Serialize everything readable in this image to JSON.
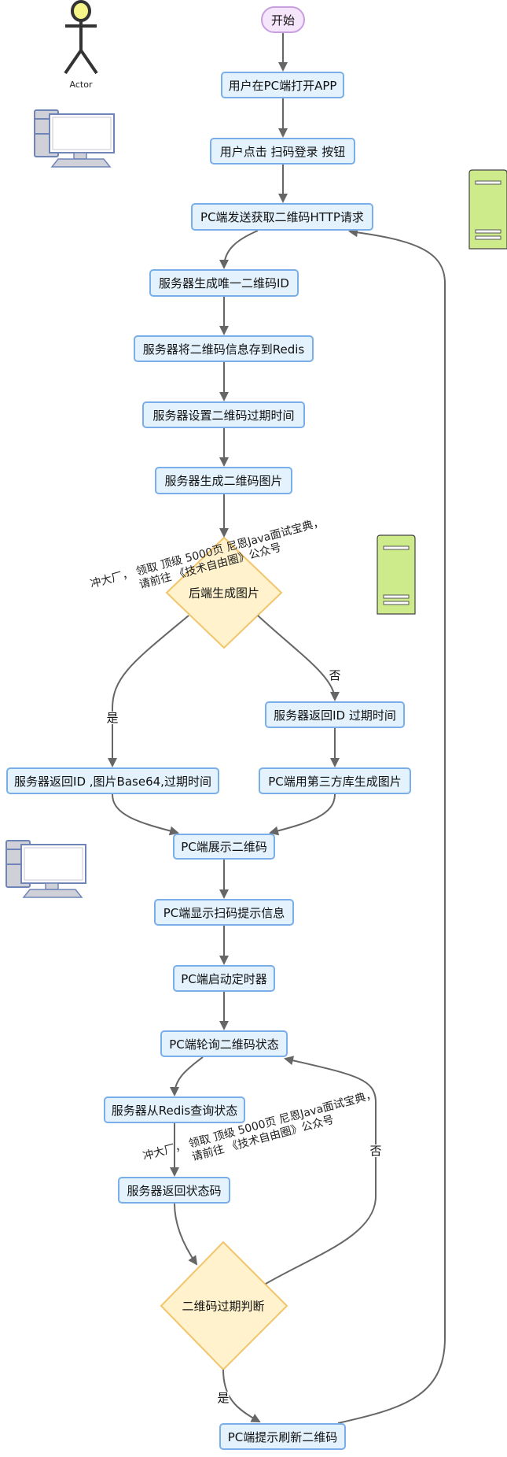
{
  "actor": {
    "label": "Actor"
  },
  "start": {
    "label": "开始"
  },
  "nodes": {
    "open_app": "用户在PC端打开APP",
    "click_login": "用户点击 扫码登录 按钮",
    "send_request": "PC端发送获取二维码HTTP请求",
    "gen_id": "服务器生成唯一二维码ID",
    "save_redis": "服务器将二维码信息存到Redis",
    "set_expire": "服务器设置二维码过期时间",
    "gen_image": "服务器生成二维码图片",
    "return_base64": "服务器返回ID ,图片Base64,过期时间",
    "return_id": "服务器返回ID 过期时间",
    "third_party": "PC端用第三方库生成图片",
    "show_qr": "PC端展示二维码",
    "show_tip": "PC端显示扫码提示信息",
    "start_timer": "PC端启动定时器",
    "poll_status": "PC端轮询二维码状态",
    "query_redis": "服务器从Redis查询状态",
    "return_code": "服务器返回状态码",
    "refresh_qr": "PC端提示刷新二维码"
  },
  "decisions": {
    "backend_image": "后端生成图片",
    "expire_check": "二维码过期判断"
  },
  "edge_labels": {
    "yes_1": "是",
    "no_1": "否",
    "no_2": "否",
    "yes_2": "是"
  },
  "watermark": {
    "line1": "冲大厂， 领取 顶级  5000页 尼恩Java面试宝典，",
    "line2": "请前往 《技术自由圈》公众号"
  },
  "colors": {
    "process_fill": "#e3f2fd",
    "process_stroke": "#7aaee8",
    "decision_fill": "#fff2cc",
    "decision_stroke": "#f2c46b",
    "start_fill": "#f5e6fb",
    "start_stroke": "#c79ee0",
    "edge": "#666666",
    "server_fill": "#cdeb8b"
  }
}
